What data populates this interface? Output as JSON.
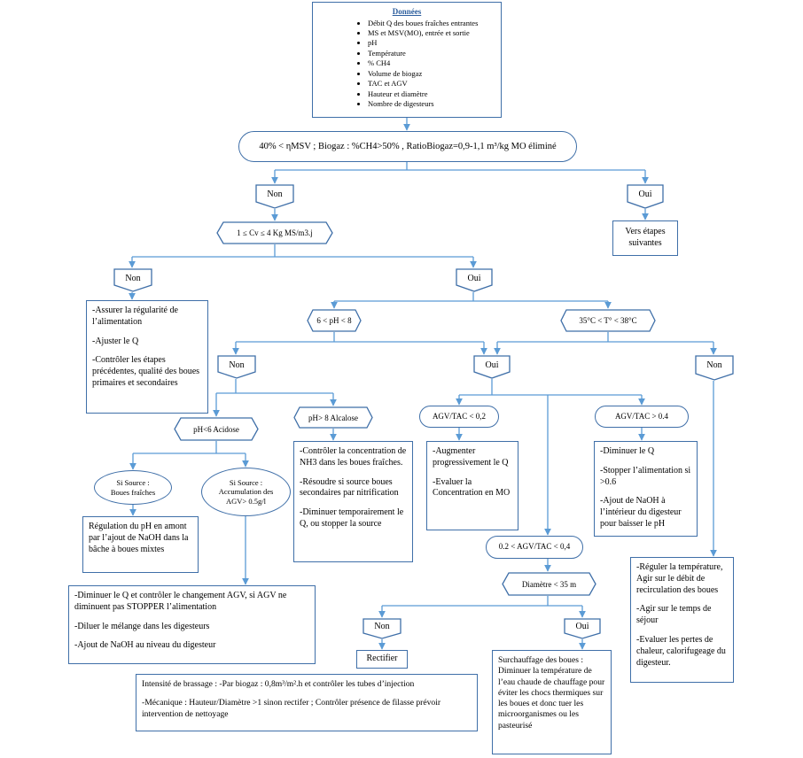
{
  "donnees": {
    "title": "Données",
    "items": [
      "Débit Q des boues fraîches entrantes",
      "MS et MSV(MO), entrée et sortie",
      "pH",
      "Température",
      "% CH4",
      "Volume de biogaz",
      "TAC et AGV",
      "Hauteur et diamètre",
      "Nombre de digesteurs"
    ]
  },
  "criteria": "40% < ηMSV ;   Biogaz : %CH4>50% ,  RatioBiogaz=0,9-1,1 m³/kg MO éliminé",
  "labels": {
    "non_1": "Non",
    "oui_1": "Oui",
    "vers": "Vers étapes suivantes",
    "cv": "1 ≤ Cv ≤ 4 Kg MS/m3.j",
    "non_2": "Non",
    "oui_2": "Oui",
    "ph_range": "6 < pH  < 8",
    "temp_range": "35°C < T° < 38°C",
    "non_ph": "Non",
    "oui_3": "Oui",
    "non_temp": "Non",
    "ph_acid": "pH<6 Acidose",
    "ph_alk": "pH> 8 Alcalose",
    "agv_low": "AGV/TAC < 0,2",
    "agv_high": "AGV/TAC > 0.4",
    "source_fresh_1": "Si Source :",
    "source_fresh_2": "Boues fraîches",
    "source_agv_1": "Si Source :",
    "source_agv_2": "Accumulation des",
    "source_agv_3": "AGV> 0.5g/l",
    "agv_mid": "0.2 < AGV/TAC < 0,4",
    "diam": "Diamètre < 35 m",
    "non_diam": "Non",
    "oui_diam": "Oui",
    "rectifier": "Rectifier"
  },
  "boxes": {
    "cv_non": [
      "-Assurer la régularité de l’alimentation",
      "-Ajuster le Q",
      "-Contrôler les étapes précédentes, qualité des boues primaires et secondaires"
    ],
    "alk": [
      "-Contrôler la concentration de NH3 dans les boues fraîches.",
      "-Résoudre si source boues secondaires par nitrification",
      "-Diminuer temporairement le Q, ou stopper la source"
    ],
    "agv_low": [
      "-Augmenter progressivement le Q",
      "-Evaluer la Concentration en MO"
    ],
    "agv_high": [
      "-Diminuer le Q",
      "-Stopper l’alimentation si >0.6",
      "-Ajout de NaOH à l’intérieur du digesteur pour baisser le pH"
    ],
    "fresh": "Régulation du pH en amont par l’ajout de NaOH dans la bâche à boues mixtes",
    "agv_acc": [
      "-Diminuer le Q et contrôler le changement AGV, si AGV ne diminuent pas STOPPER l’alimentation",
      "-Diluer le mélange dans les digesteurs",
      "-Ajout de NaOH au niveau du digesteur"
    ],
    "temp": [
      "-Réguler la température, Agir sur le débit de recirculation des boues",
      "-Agir sur le temps de séjour",
      "-Evaluer les pertes de chaleur, calorifugeage du digesteur."
    ],
    "brassage": [
      "Intensité de brassage : -Par biogaz : 0,8m³/m².h et contrôler les tubes d’injection",
      "-Mécanique : Hauteur/Diamètre >1 sinon rectifer ; Contrôler présence de filasse prévoir intervention de nettoyage"
    ],
    "surchauffage": "Surchauffage des boues : Diminuer la température de l’eau chaude de chauffage pour éviter les chocs thermiques sur les boues et donc tuer les microorganismes ou les pasteurisé"
  }
}
